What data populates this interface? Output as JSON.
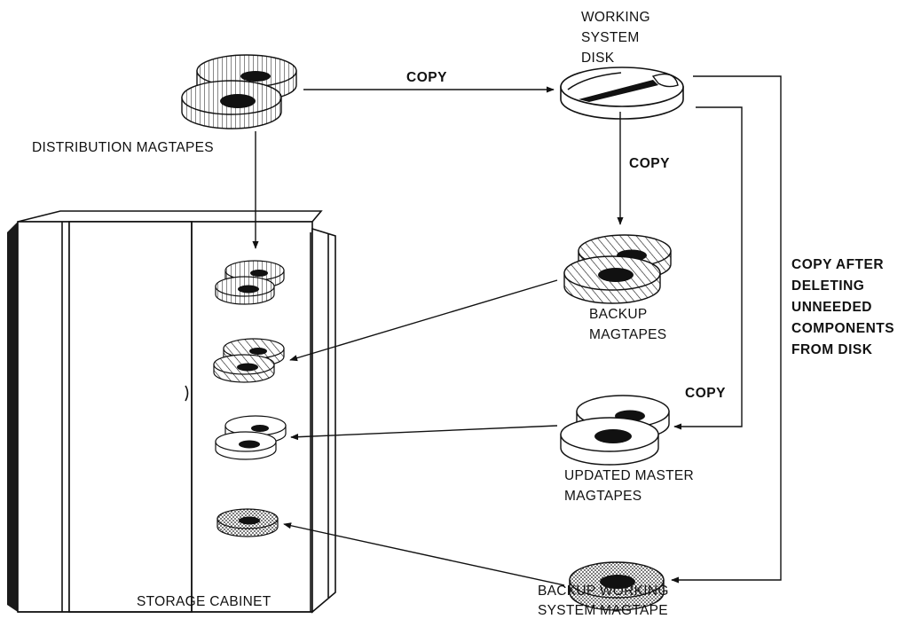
{
  "labels": {
    "distribution": "DISTRIBUTION MAGTAPES",
    "working_disk": [
      "WORKING",
      "SYSTEM",
      "DISK"
    ],
    "backup": [
      "BACKUP",
      "MAGTAPES"
    ],
    "updated_master": [
      "UPDATED MASTER",
      "MAGTAPES"
    ],
    "backup_working": [
      "BACKUP WORKING",
      "SYSTEM MAGTAPE"
    ],
    "storage_cabinet": "STORAGE CABINET"
  },
  "arrows": {
    "copy_top": "COPY",
    "copy_mid": "COPY",
    "copy_right": "COPY",
    "copy_after": [
      "COPY AFTER",
      "DELETING",
      "UNNEEDED",
      "COMPONENTS",
      "FROM DISK"
    ]
  }
}
